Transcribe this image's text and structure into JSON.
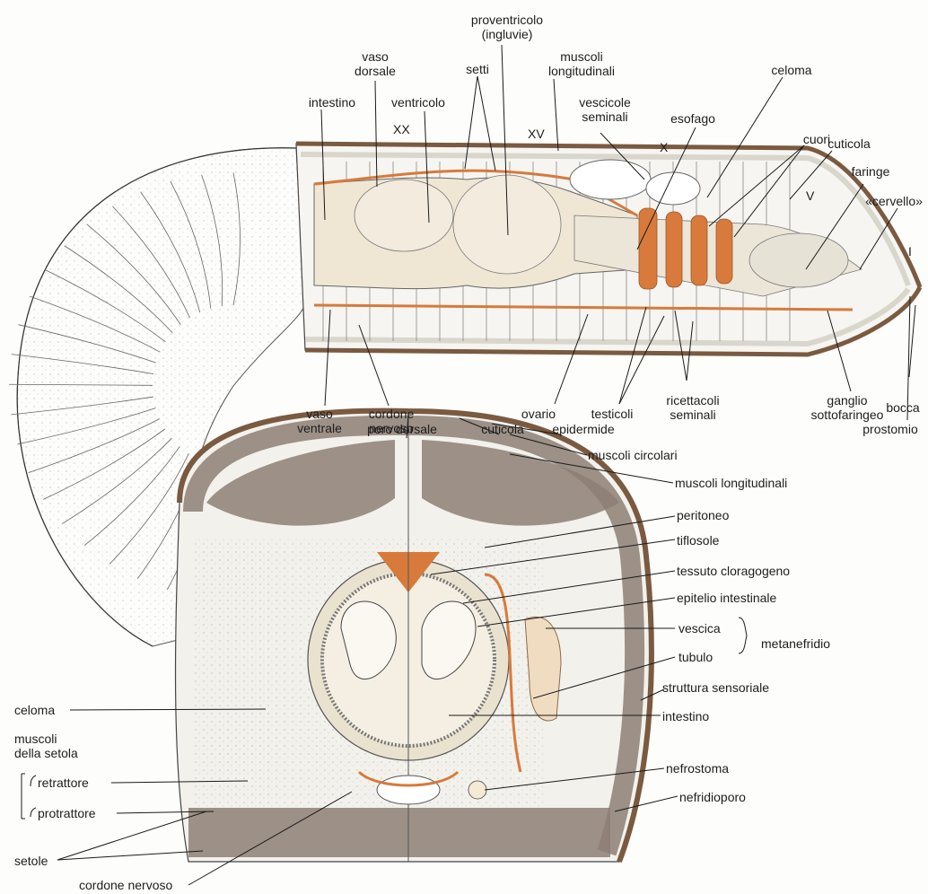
{
  "colors": {
    "tissue": "#e9e6dc",
    "organ": "#f0e7d6",
    "vessel": "#d77a3b",
    "muscle": "#8d7f76",
    "cuticle": "#7a5a40",
    "ink": "#1d1d1d"
  },
  "segments": {
    "s20": "XX",
    "s15": "XV",
    "s10": "X",
    "s5": "V",
    "s1": "I"
  },
  "top_labels": {
    "proventricolo": "proventricolo\n(ingluvie)",
    "vaso_dorsale": "vaso\ndorsale",
    "setti": "setti",
    "muscoli_longitudinali": "muscoli\nlongitudinali",
    "celoma": "celoma",
    "intestino": "intestino",
    "ventricolo": "ventricolo",
    "vescicole_seminali": "vescicole\nseminali",
    "esofago": "esofago",
    "cuori": "cuori",
    "cuticola": "cuticola",
    "faringe": "faringe",
    "cervello": "«cervello»",
    "vaso_ventrale": "vaso\nventrale",
    "cordone_nervoso": "cordone\nnervoso",
    "ovario": "ovario",
    "testicoli": "testicoli",
    "ricettacoli_seminali": "ricettacoli\nseminali",
    "ganglio_sottofaringeo": "ganglio\nsottofaringeo",
    "bocca": "bocca",
    "prostomio": "prostomio"
  },
  "section_labels": {
    "poro_dorsale": "poro dorsale",
    "cuticola": "cuticola",
    "epidermide": "epidermide",
    "muscoli_circolari": "muscoli circolari",
    "muscoli_longitudinali": "muscoli longitudinali",
    "peritoneo": "peritoneo",
    "tiflosole": "tiflosole",
    "tessuto_cloragogeno": "tessuto cloragogeno",
    "epitelio_intestinale": "epitelio intestinale",
    "vescica": "vescica",
    "tubulo": "tubulo",
    "metanefridio": "metanefridio",
    "struttura_sensoriale": "struttura sensoriale",
    "intestino": "intestino",
    "nefrostoma": "nefrostoma",
    "nefridioporo": "nefridioporo",
    "celoma": "celoma",
    "muscoli_setola": "muscoli\ndella setola",
    "retrattore": "retrattore",
    "protrattore": "protrattore",
    "setole": "setole",
    "cordone_nervoso": "cordone nervoso"
  }
}
